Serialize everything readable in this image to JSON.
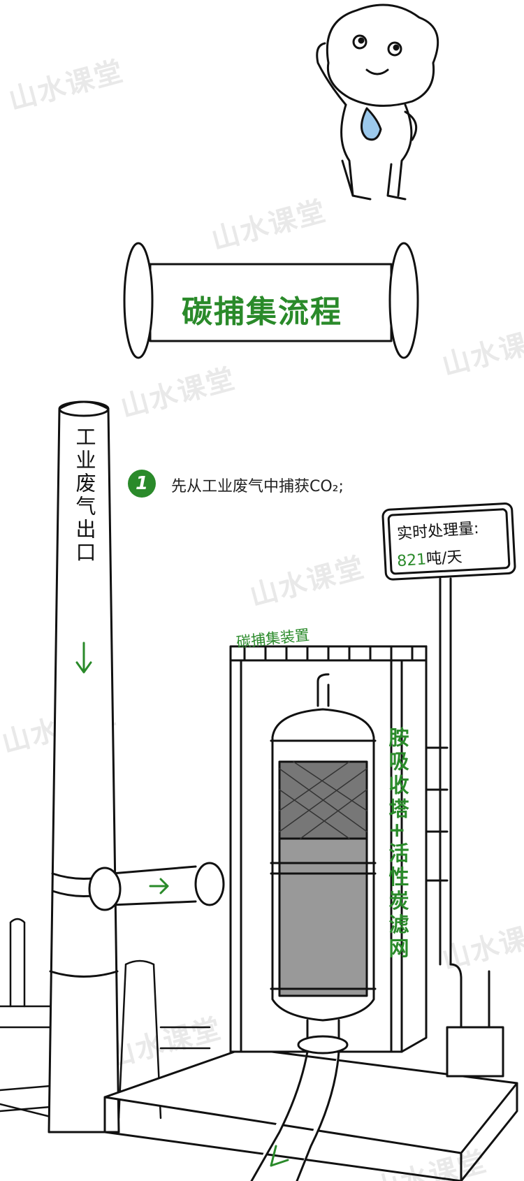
{
  "watermark": "山水课堂",
  "title": "碳捕集流程",
  "chimney_label": "工业废气出口",
  "step": {
    "number": "1",
    "text": "先从工业废气中捕获CO₂;"
  },
  "sign": {
    "line1": "实时处理量:",
    "value": "821",
    "unit": "吨/天"
  },
  "device_label": "碳捕集装置",
  "tower_label": "胺吸收塔+活性炭滤网",
  "colors": {
    "accent": "#2a8a2a",
    "liquid": "#9cc9ec"
  }
}
